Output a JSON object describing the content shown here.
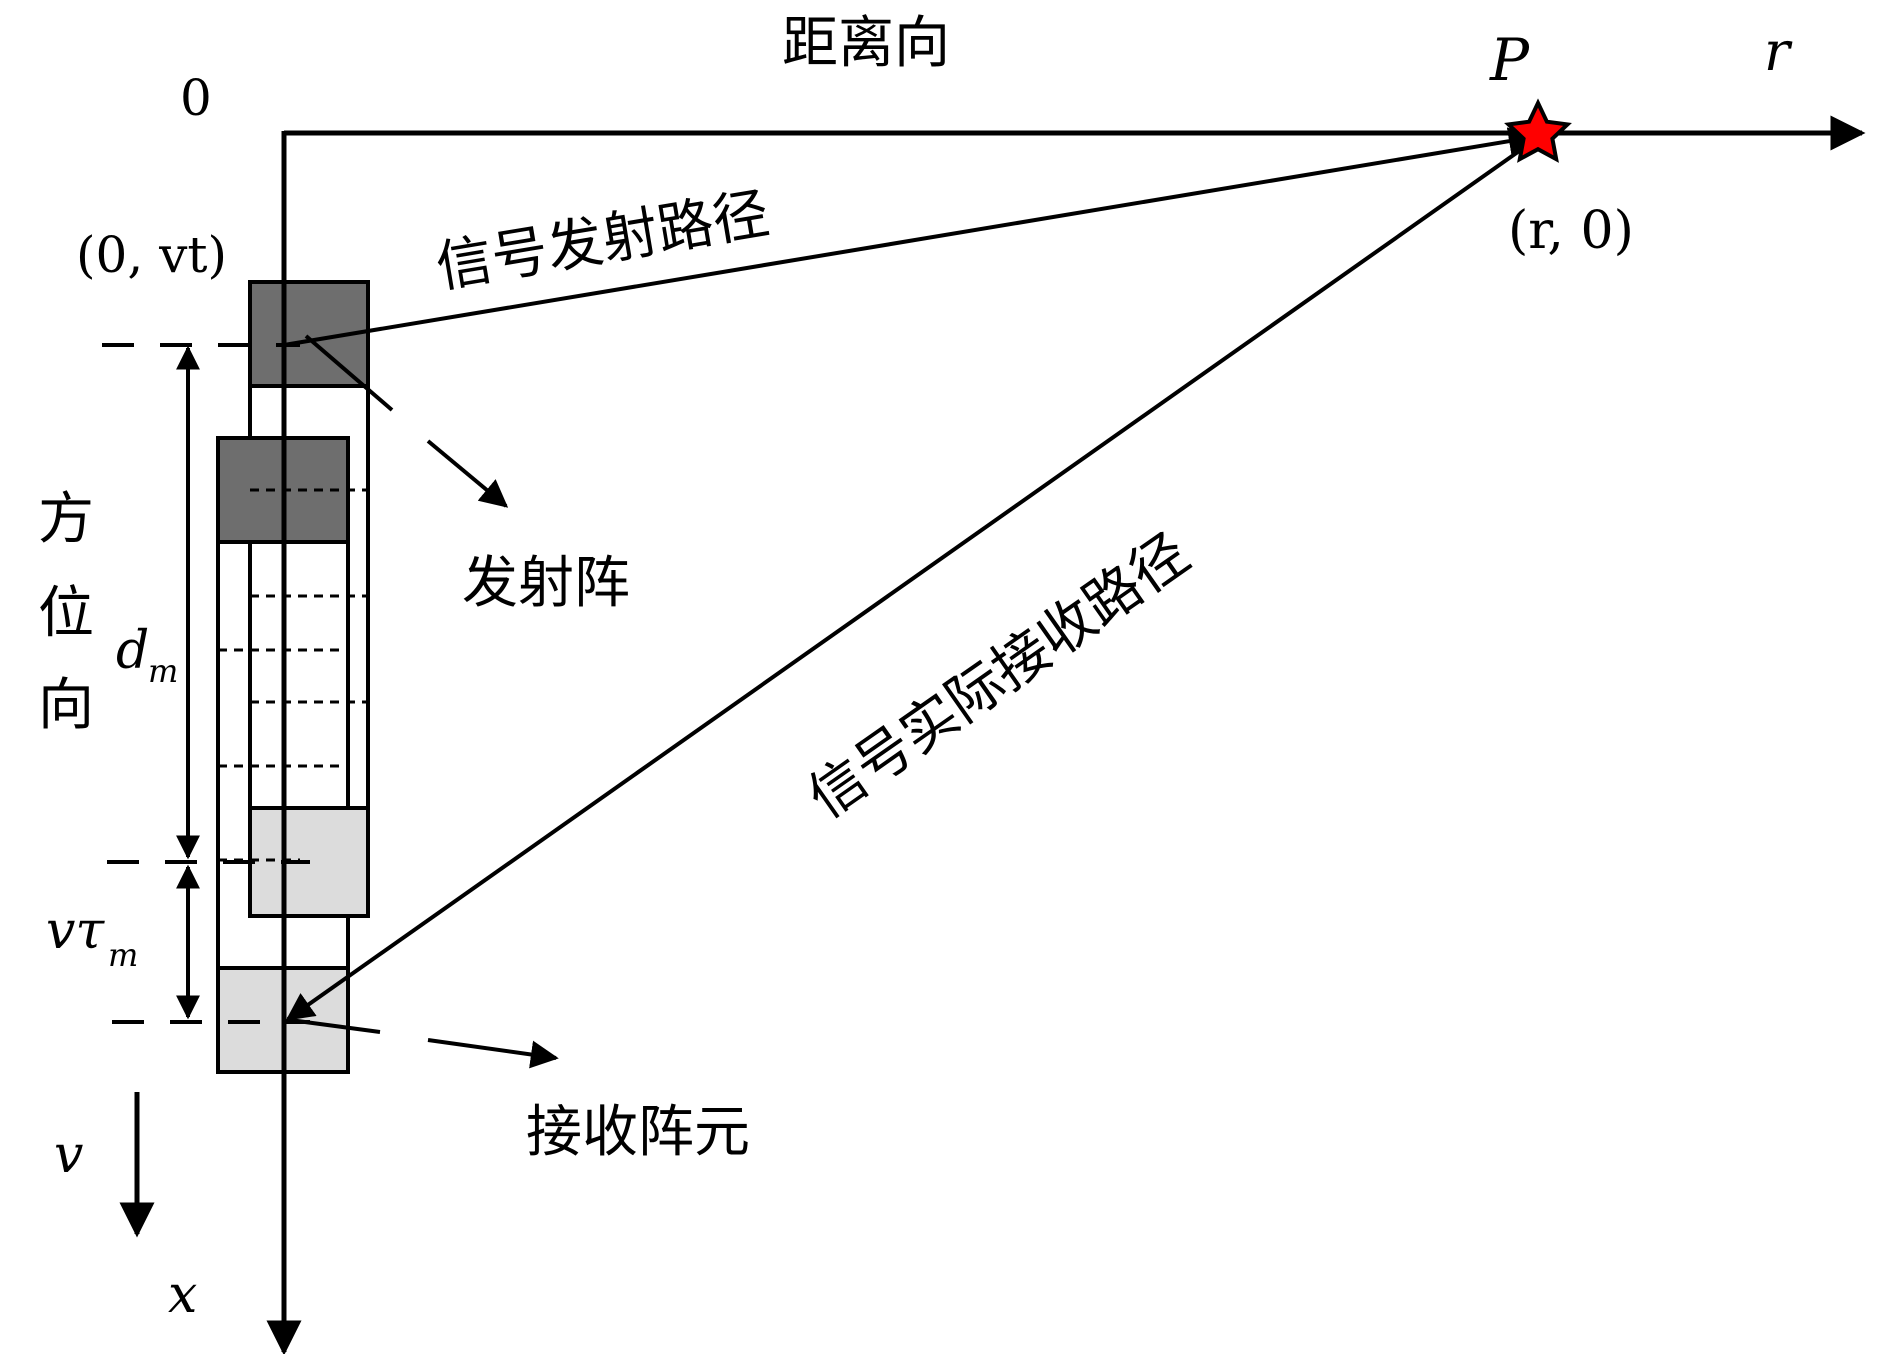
{
  "labels": {
    "range_direction": "距离向",
    "azimuth_direction": [
      "方",
      "位",
      "向"
    ],
    "transmit_path": "信号发射路径",
    "receive_path": "信号实际接收路径",
    "transmit_array": "发射阵",
    "receive_element": "接收阵元"
  },
  "math": {
    "origin": "0",
    "r_axis": "r",
    "x_axis": "x",
    "target_name": "P",
    "target_coord": "(r, 0)",
    "array_coord": "(0,  vt)",
    "d_m_main": "d",
    "d_m_sub": "m",
    "vtau_main": "vτ",
    "vtau_sub": "m",
    "velocity": "v"
  },
  "colors": {
    "line": "#000000",
    "transmit_block": "#6e6e6e",
    "receive_block": "#dcdcdc",
    "target_star": "#ff0000"
  },
  "icons": {
    "target": "star-icon"
  }
}
